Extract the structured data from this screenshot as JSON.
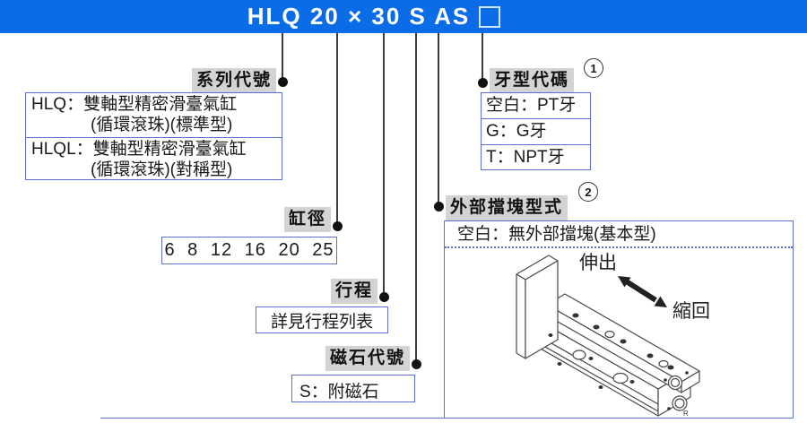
{
  "banner": {
    "title": "HLQ 20 × 30 S AS",
    "placeholder_symbol": "□"
  },
  "colors": {
    "banner_bg": "#0a6ce6",
    "banner_text": "#ffffff",
    "box_border": "#5a6fd0",
    "label_bg": "#d3d3d3",
    "connector": "#3c3c3c",
    "drawing_stroke": "#4a4a4a"
  },
  "sections": {
    "series": {
      "label": "系列代號",
      "rows": [
        {
          "code_line": "HLQ：雙軸型精密滑臺氣缸",
          "desc_line": "(循環滾珠)(標準型)"
        },
        {
          "code_line": "HLQL：雙軸型精密滑臺氣缸",
          "desc_line": "(循環滾珠)(對稱型)"
        }
      ]
    },
    "thread": {
      "label": "牙型代碼",
      "note_number": "1",
      "rows": [
        "空白：PT牙",
        "G：G牙",
        "T：NPT牙"
      ]
    },
    "bore": {
      "label": "缸徑",
      "values": "6 8 12 16 20 25"
    },
    "stroke": {
      "label": "行程",
      "value": "詳見行程列表"
    },
    "magnet": {
      "label": "磁石代號",
      "value": "S：附磁石"
    },
    "stopper": {
      "label": "外部擋塊型式",
      "note_number": "2",
      "option": "空白：無外部擋塊(基本型)",
      "extend_label": "伸出",
      "retract_label": "縮回",
      "port_label": "R"
    }
  }
}
